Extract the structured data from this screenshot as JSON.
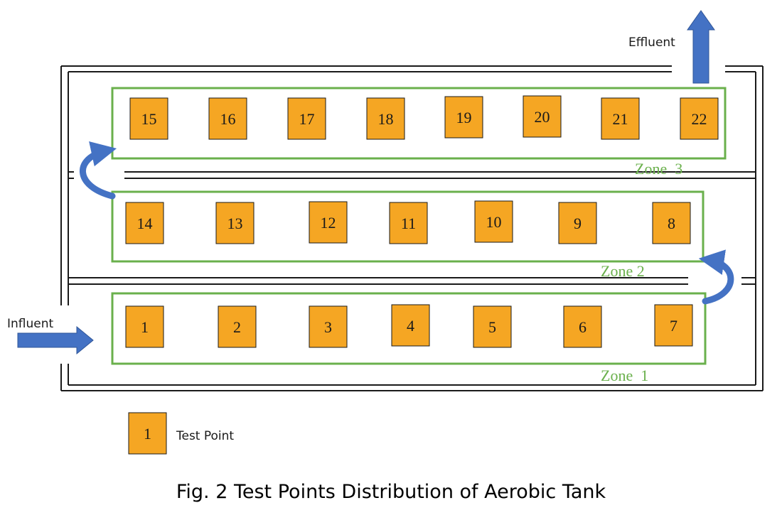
{
  "labels": {
    "effluent": "Effluent",
    "influent": "Influent",
    "legend_point": "1",
    "legend_text": "Test Point",
    "caption": "Fig. 2 Test Points Distribution of Aerobic Tank"
  },
  "zones": [
    {
      "name": "Zone  1",
      "points": [
        "1",
        "2",
        "3",
        "4",
        "5",
        "6",
        "7"
      ]
    },
    {
      "name": "Zone 2",
      "points": [
        "14",
        "13",
        "12",
        "11",
        "10",
        "9",
        "8"
      ]
    },
    {
      "name": "Zone  3",
      "points": [
        "15",
        "16",
        "17",
        "18",
        "19",
        "20",
        "21",
        "22"
      ]
    }
  ],
  "colors": {
    "test_point_fill": "#f5a623",
    "zone_border": "#6ab04c",
    "arrow": "#4472c4",
    "wall": "#1a1a1a"
  },
  "icons": {
    "flow_arrow": "block-arrow",
    "return_arrow": "curved-arrow"
  }
}
